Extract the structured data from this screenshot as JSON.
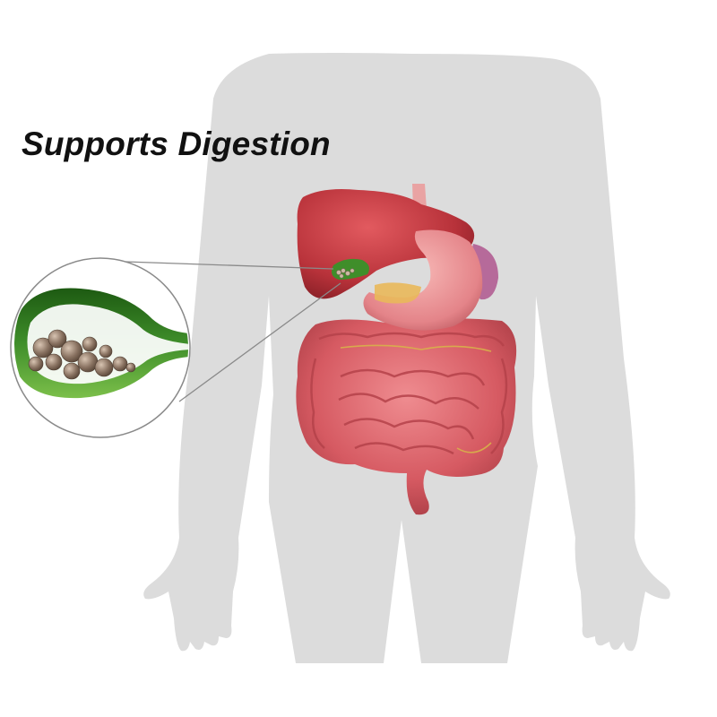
{
  "headline": "Supports Digestion",
  "colors": {
    "silhouette": "#dcdcdc",
    "liver": "#b8323a",
    "intestine": "#d9646b",
    "stomach": "#e88a8f",
    "gallbladder": "#3f8e2a",
    "stones": "#8a7362",
    "callout_line": "#8a8a8a"
  },
  "icons": {
    "silhouette": "human-body-silhouette",
    "organs": "digestive-system-illustration",
    "callout": "gallbladder-stones-magnifier"
  }
}
